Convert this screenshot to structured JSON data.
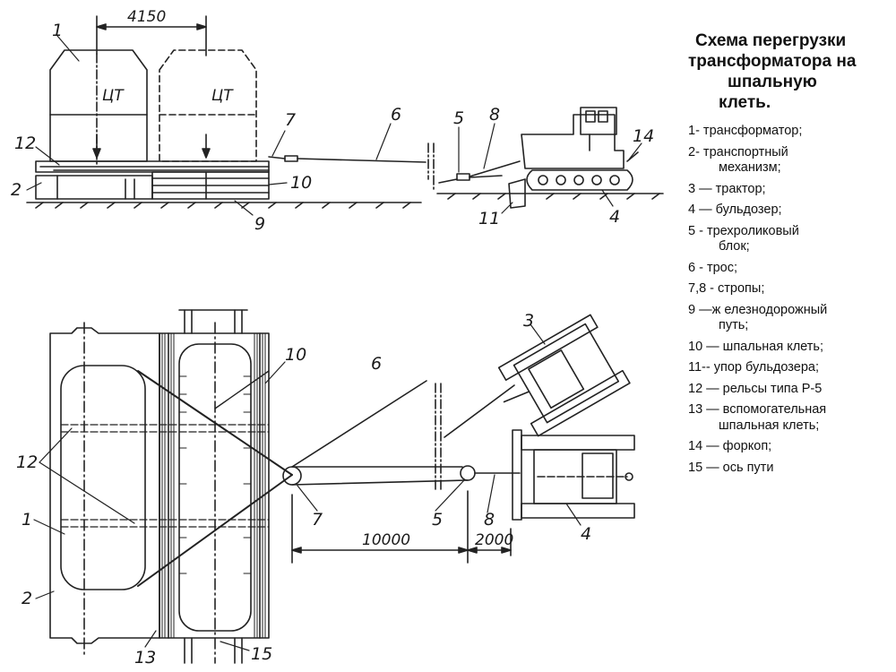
{
  "title": [
    "Схема перегрузки",
    "трансформатора на",
    "шпальную",
    "клеть."
  ],
  "legend": [
    [
      "1- трансформатор;"
    ],
    [
      "2- транспортный",
      "механизм;"
    ],
    [
      "3 — трактор;"
    ],
    [
      " 4 — бульдозер;"
    ],
    [
      " 5 - трехроликовый",
      "блок;"
    ],
    [
      "6 - трос;"
    ],
    [
      "7,8 -  стропы;"
    ],
    [
      " 9 —ж елезнодорожный",
      "путь;"
    ],
    [
      "10 — шпальная клеть;"
    ],
    [
      "11-- упор бульдозера;"
    ],
    [
      "12 — рельсы типа Р-5"
    ],
    [
      "13 — вспомогательная",
      "шпальная клеть;"
    ],
    [
      "14 — форкоп;"
    ],
    [
      "15 — ось пути"
    ]
  ],
  "diagram": {
    "top": {
      "dim_4150": "4150",
      "cog_1": "ЦТ",
      "cog_2": "ЦТ",
      "n1": "1",
      "n12": "12",
      "n2": "2",
      "n7": "7",
      "n6": "6",
      "n10": "10",
      "n9": "9",
      "n5": "5",
      "n8": "8",
      "n14": "14",
      "n11": "11",
      "n4": "4"
    },
    "plan": {
      "n3": "3",
      "n10": "10",
      "n6": "6",
      "n12": "12",
      "n1": "1",
      "n2": "2",
      "n7": "7",
      "n5": "5",
      "n8": "8",
      "n4": "4",
      "n13": "13",
      "n15": "15",
      "dim_10000": "10000",
      "dim_2000": "2000"
    }
  }
}
